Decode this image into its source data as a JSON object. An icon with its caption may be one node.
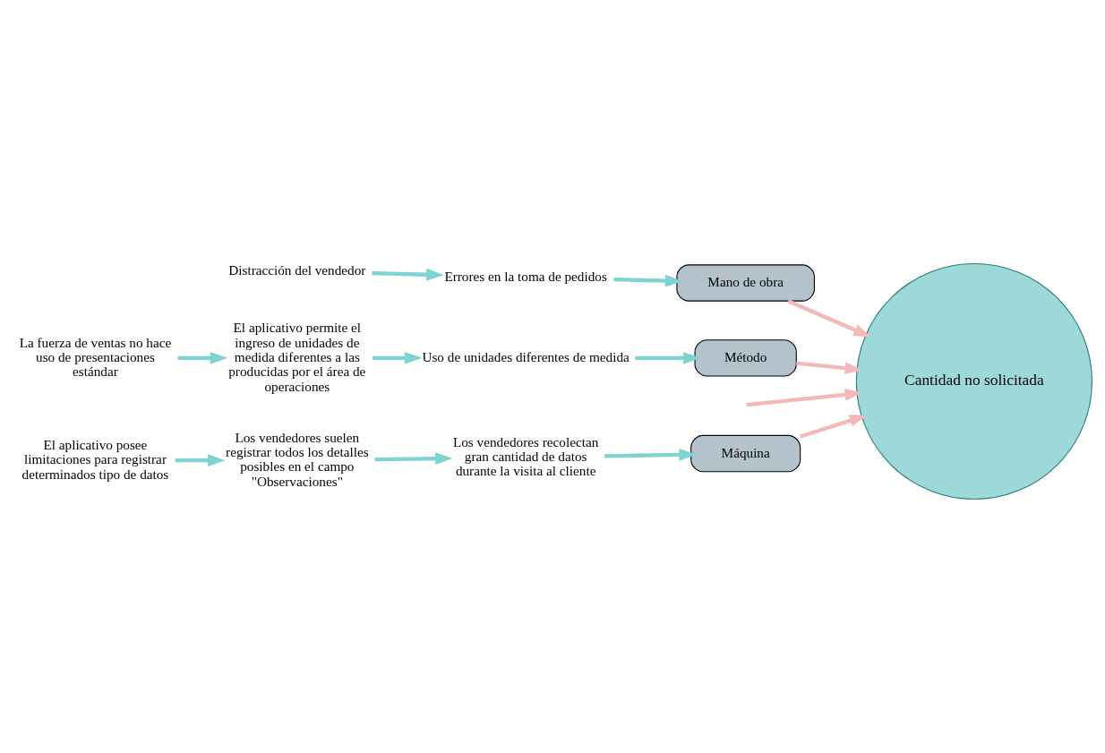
{
  "diagram": {
    "nodes": [
      {
        "text": [
          "Máquina"
        ]
      },
      {
        "text": [
          "Mano de obra"
        ]
      },
      {
        "text": [
          "El aplicativo posee limitaciones para registrar determinados tipo de datos"
        ]
      },
      {
        "text": [
          "Los vendedores suelen registrar todos los detalles posibles en el campo \"Observaciones\""
        ]
      },
      {
        "text": [
          "Los vendedores recolectan gran cantidad de datos durante la visita al cliente"
        ]
      },
      {
        "text": [
          "Errores en la toma de pedidos"
        ]
      },
      {
        "text": [
          "Distracción del vendedor"
        ]
      },
      {
        "text": [
          "Cantidad no solicitada"
        ]
      },
      {
        "text": [
          "Uso de unidades diferentes de medida"
        ]
      },
      {
        "text": [
          "La fuerza de ventas no hace uso de presentaciones estándar"
        ]
      },
      {
        "text": [
          "El aplicativo permite el ingreso de unidades de medida diferentes a las producidas por el área de operaciones"
        ]
      },
      {
        "text": [
          "Método"
        ]
      }
    ],
    "edges": [
      {
        "from": null,
        "to": 7,
        "arrow": "to",
        "color": "#f4b8b8"
      },
      {
        "from": 2,
        "to": 3,
        "arrow": "to"
      },
      {
        "from": 3,
        "to": 4,
        "arrow": "to"
      },
      {
        "from": 4,
        "to": 0,
        "arrow": "to"
      },
      {
        "from": 0,
        "to": 7,
        "arrow": "to",
        "color": "#f4b8b8"
      },
      {
        "from": 6,
        "to": 5,
        "arrow": "to"
      },
      {
        "from": 5,
        "to": 1,
        "arrow": "to"
      },
      {
        "from": 1,
        "to": 7,
        "arrow": "to",
        "color": "#f4b8b8"
      },
      {
        "from": 9,
        "to": 10,
        "arrow": "to"
      },
      {
        "from": 10,
        "to": 8,
        "arrow": "to"
      },
      {
        "from": 8,
        "to": 11,
        "arrow": "to"
      },
      {
        "from": 11,
        "to": 7,
        "arrow": "to",
        "color": "#f4b8b8"
      }
    ]
  }
}
